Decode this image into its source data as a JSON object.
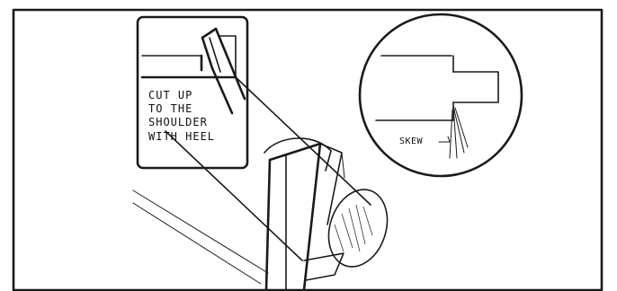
{
  "callout_left": {
    "lines": [
      "CUT UP",
      "TO THE",
      "SHOULDER",
      "WITH HEEL"
    ]
  },
  "callout_right": {
    "label": "SKEW"
  }
}
